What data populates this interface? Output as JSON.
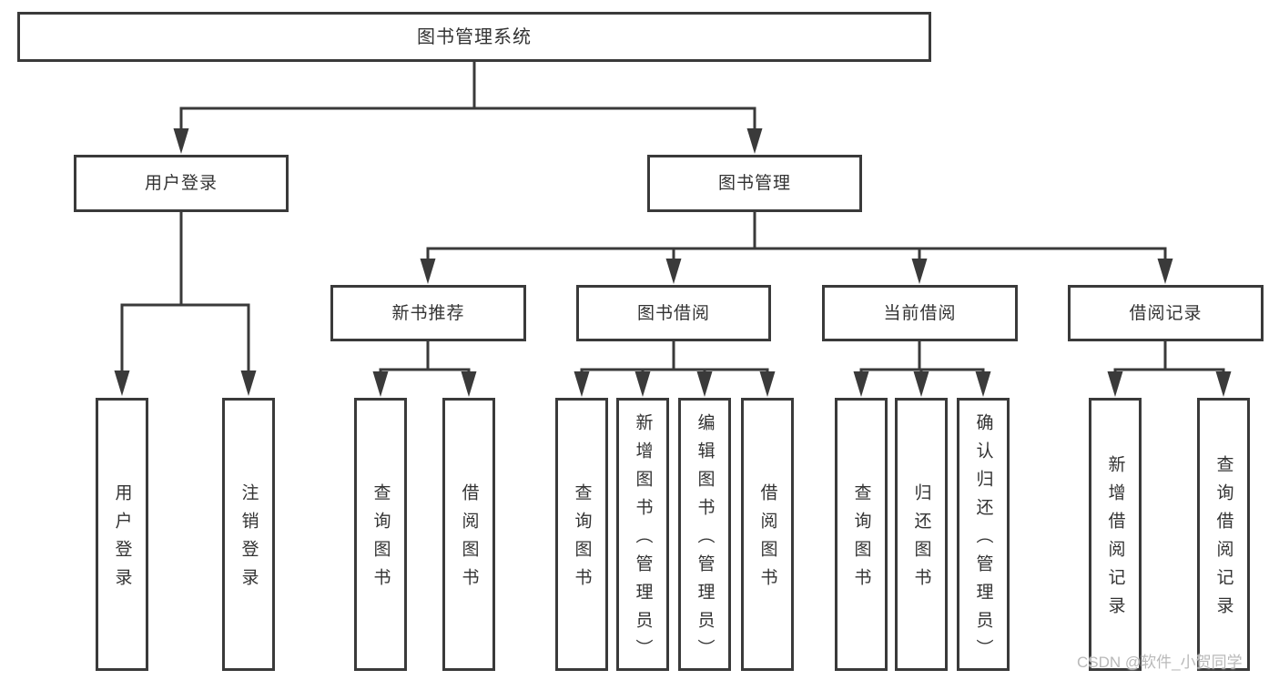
{
  "watermark": "CSDN @软件_小贺同学",
  "colors": {
    "line": "#3a3a3a",
    "text": "#333333",
    "background": "#ffffff",
    "watermark": "#b9b9b9"
  },
  "tree": {
    "label": "图书管理系统",
    "children": [
      {
        "label": "用户登录",
        "children": [
          {
            "label": "用户登录"
          },
          {
            "label": "注销登录"
          }
        ]
      },
      {
        "label": "图书管理",
        "children": [
          {
            "label": "新书推荐",
            "children": [
              {
                "label": "查询图书"
              },
              {
                "label": "借阅图书"
              }
            ]
          },
          {
            "label": "图书借阅",
            "children": [
              {
                "label": "查询图书"
              },
              {
                "label": "新增图书（管理员）"
              },
              {
                "label": "编辑图书（管理员）"
              },
              {
                "label": "借阅图书"
              }
            ]
          },
          {
            "label": "当前借阅",
            "children": [
              {
                "label": "查询图书"
              },
              {
                "label": "归还图书"
              },
              {
                "label": "确认归还（管理员）"
              }
            ]
          },
          {
            "label": "借阅记录",
            "children": [
              {
                "label": "新增借阅记录"
              },
              {
                "label": "查询借阅记录"
              }
            ]
          }
        ]
      }
    ]
  }
}
